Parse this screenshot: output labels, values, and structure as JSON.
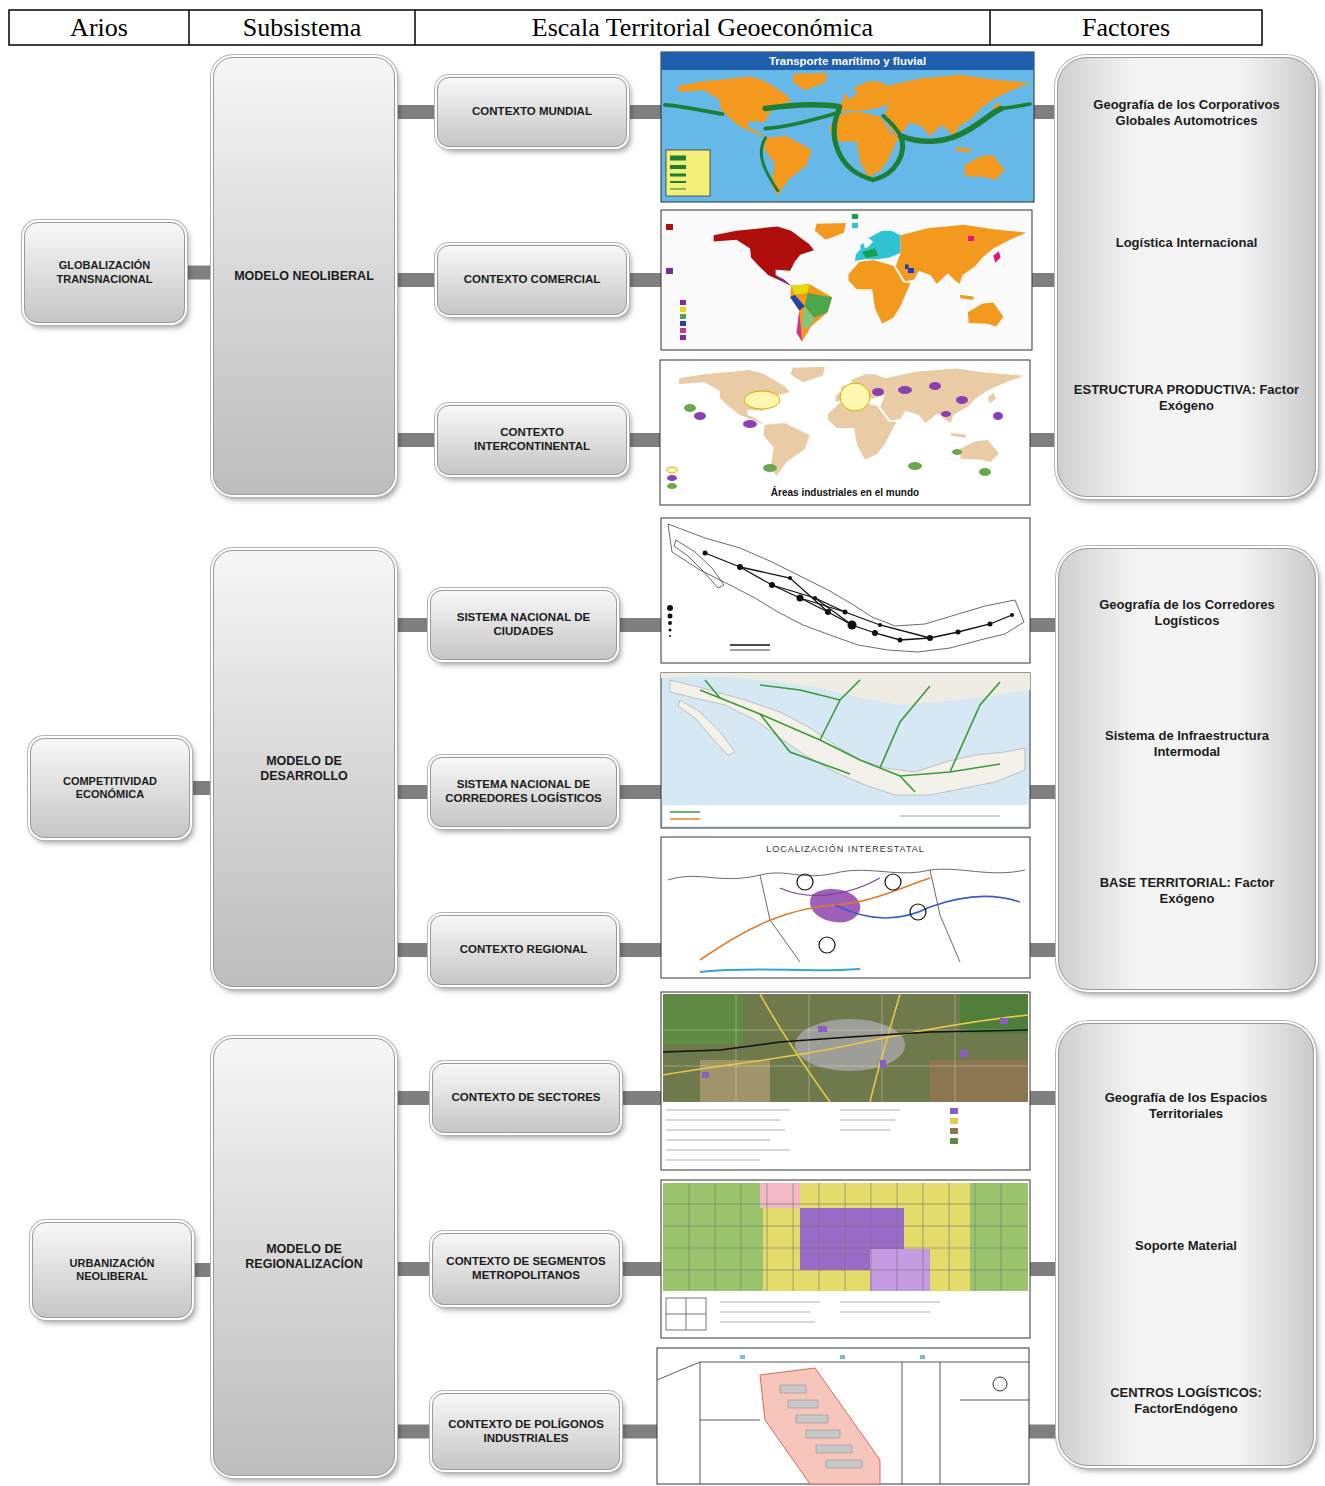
{
  "diagram": {
    "nodes": [
      {
        "text": [
          "GLOBALIZACIÓN TRANSNACIONAL"
        ]
      },
      {
        "text": [
          "MODELO NEOLIBERAL"
        ]
      },
      {
        "text": [
          "CONTEXTO MUNDIAL"
        ]
      },
      {
        "text": [
          "CONTEXTO COMERCIAL"
        ]
      },
      {
        "text": [
          "CONTEXTO INTERCONTINENTAL"
        ]
      },
      {
        "text": [
          "Geografía de los Corporativos Globales Automotrices",
          "Logística Internacional",
          "ESTRUCTURA PRODUCTIVA: Factor Exógeno"
        ]
      },
      {
        "text": [
          "COMPETITIVIDAD ECONÓMICA"
        ]
      },
      {
        "text": [
          "MODELO DE DESARROLLO"
        ]
      },
      {
        "text": [
          "SISTEMA NACIONAL DE CIUDADES"
        ]
      },
      {
        "text": [
          "SISTEMA NACIONAL DE CORREDORES LOGÍSTICOS"
        ]
      },
      {
        "text": [
          "CONTEXTO REGIONAL"
        ]
      },
      {
        "text": [
          "Geografía de los Corredores Logísticos",
          "Sistema de Infraestructura Intermodal",
          "BASE TERRITORIAL: Factor Exógeno"
        ]
      },
      {
        "text": [
          "URBANIZACIÓN NEOLIBERAL"
        ]
      },
      {
        "text": [
          "MODELO DE REGIONALIZACÍON"
        ]
      },
      {
        "text": [
          "CONTEXTO DE SECTORES"
        ]
      },
      {
        "text": [
          "CONTEXTO DE SEGMENTOS METROPOLITANOS"
        ]
      },
      {
        "text": [
          "CONTEXTO DE POLÍGONOS INDUSTRIALES"
        ]
      },
      {
        "text": [
          "Geografía de los Espacios Territoriales",
          "Soporte Material",
          "CENTROS LOGÍSTICOS: FactorEndógeno"
        ]
      }
    ],
    "edges": [
      {
        "from": 0,
        "to": 1,
        "arrow": "none"
      },
      {
        "from": 1,
        "to": 2,
        "arrow": "none"
      },
      {
        "from": 1,
        "to": 3,
        "arrow": "none"
      },
      {
        "from": 1,
        "to": 4,
        "arrow": "none"
      },
      {
        "from": 2,
        "to": 5,
        "arrow": "none"
      },
      {
        "from": 3,
        "to": 5,
        "arrow": "none"
      },
      {
        "from": 4,
        "to": 5,
        "arrow": "none"
      },
      {
        "from": 6,
        "to": 7,
        "arrow": "none"
      },
      {
        "from": 7,
        "to": 8,
        "arrow": "none"
      },
      {
        "from": 7,
        "to": 9,
        "arrow": "none"
      },
      {
        "from": 7,
        "to": 10,
        "arrow": "none"
      },
      {
        "from": 8,
        "to": 11,
        "arrow": "none"
      },
      {
        "from": 9,
        "to": 11,
        "arrow": "none"
      },
      {
        "from": 10,
        "to": 11,
        "arrow": "none"
      },
      {
        "from": 12,
        "to": 13,
        "arrow": "none"
      },
      {
        "from": 13,
        "to": 14,
        "arrow": "none"
      },
      {
        "from": 13,
        "to": 15,
        "arrow": "none"
      },
      {
        "from": 13,
        "to": 16,
        "arrow": "none"
      },
      {
        "from": 14,
        "to": 17,
        "arrow": "none"
      },
      {
        "from": 15,
        "to": 17,
        "arrow": "none"
      },
      {
        "from": 16,
        "to": 17,
        "arrow": "none"
      }
    ],
    "labels": [
      "Arios",
      "Subsistema",
      "Escala Territorial Geoeconómica",
      "Factores",
      "Transporte marítimo y fluvial",
      "Áreas industriales en el mundo",
      "LOCALIZACIÓN INTERESTATAL"
    ]
  }
}
